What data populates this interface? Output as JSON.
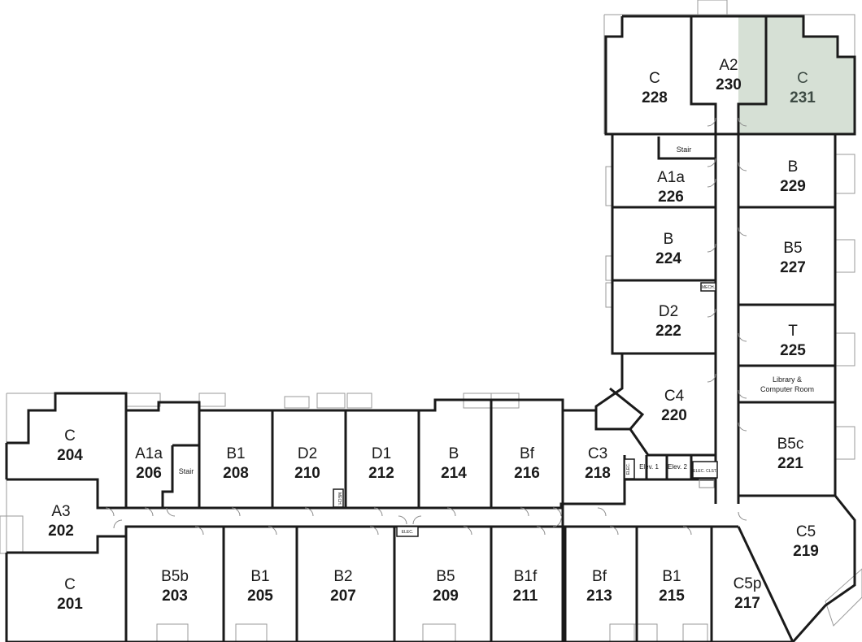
{
  "highlight_color": "#d6e0d5",
  "rooms": [
    {
      "id": "r228",
      "type": "C",
      "number": "228"
    },
    {
      "id": "r230",
      "type": "A2",
      "number": "230"
    },
    {
      "id": "r231",
      "type": "C",
      "number": "231",
      "highlighted": true
    },
    {
      "id": "r226",
      "type": "A1a",
      "number": "226"
    },
    {
      "id": "r229",
      "type": "B",
      "number": "229"
    },
    {
      "id": "r224",
      "type": "B",
      "number": "224"
    },
    {
      "id": "r227",
      "type": "B5",
      "number": "227"
    },
    {
      "id": "r222",
      "type": "D2",
      "number": "222"
    },
    {
      "id": "r225",
      "type": "T",
      "number": "225"
    },
    {
      "id": "r220",
      "type": "C4",
      "number": "220"
    },
    {
      "id": "r221",
      "type": "B5c",
      "number": "221"
    },
    {
      "id": "r219",
      "type": "C5",
      "number": "219"
    },
    {
      "id": "r217",
      "type": "C5p",
      "number": "217"
    },
    {
      "id": "r204",
      "type": "C",
      "number": "204"
    },
    {
      "id": "r206",
      "type": "A1a",
      "number": "206"
    },
    {
      "id": "r208",
      "type": "B1",
      "number": "208"
    },
    {
      "id": "r210",
      "type": "D2",
      "number": "210"
    },
    {
      "id": "r212",
      "type": "D1",
      "number": "212"
    },
    {
      "id": "r214",
      "type": "B",
      "number": "214"
    },
    {
      "id": "r216",
      "type": "Bf",
      "number": "216"
    },
    {
      "id": "r218",
      "type": "C3",
      "number": "218"
    },
    {
      "id": "r202",
      "type": "A3",
      "number": "202"
    },
    {
      "id": "r201",
      "type": "C",
      "number": "201"
    },
    {
      "id": "r203",
      "type": "B5b",
      "number": "203"
    },
    {
      "id": "r205",
      "type": "B1",
      "number": "205"
    },
    {
      "id": "r207",
      "type": "B2",
      "number": "207"
    },
    {
      "id": "r209",
      "type": "B5",
      "number": "209"
    },
    {
      "id": "r211",
      "type": "B1f",
      "number": "211"
    },
    {
      "id": "r213",
      "type": "Bf",
      "number": "213"
    },
    {
      "id": "r215",
      "type": "B1",
      "number": "215"
    }
  ],
  "labels": {
    "stair_upper": "Stair",
    "stair_lower": "Stair",
    "library_line1": "Library &",
    "library_line2": "Computer Room",
    "elev1": "Elev. 1",
    "elev2": "Elev. 2",
    "elec_closet": "ELEC. CLST.",
    "mech_upper": "MECH.",
    "mech_lower": "MECH.",
    "elec_lower": "ELEC.",
    "elec_small": "ELEC."
  }
}
